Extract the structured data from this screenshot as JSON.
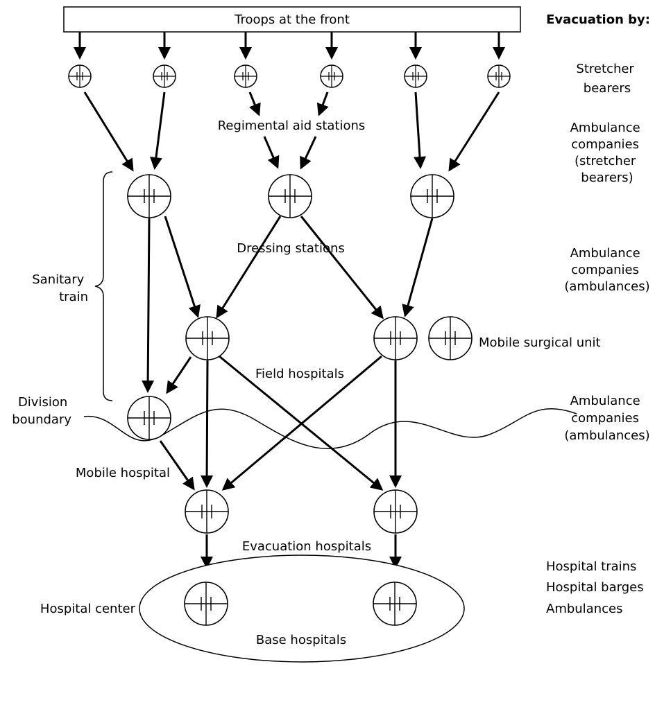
{
  "diagram": {
    "top_box": "Troops at the front",
    "labels": {
      "regimental_aid_stations": "Regimental aid stations",
      "dressing_stations": "Dressing stations",
      "field_hospitals": "Field hospitals",
      "mobile_surgical_unit": "Mobile surgical unit",
      "mobile_hospital": "Mobile hospital",
      "evacuation_hospitals": "Evacuation hospitals",
      "base_hospitals": "Base hospitals",
      "hospital_center": "Hospital center",
      "sanitary_train": [
        "Sanitary",
        "train"
      ],
      "division_boundary": [
        "Division",
        "boundary"
      ]
    },
    "evacuation": {
      "header": "Evacuation by:",
      "stretcher_bearers": [
        "Stretcher",
        "bearers"
      ],
      "ambulance_companies_stretcher": [
        "Ambulance",
        "companies",
        "(stretcher",
        "bearers)"
      ],
      "ambulance_companies_ambulances_1": [
        "Ambulance",
        "companies",
        "(ambulances)"
      ],
      "ambulance_companies_ambulances_2": [
        "Ambulance",
        "companies",
        "(ambulances)"
      ],
      "hospital_trains": "Hospital trains",
      "hospital_barges": "Hospital barges",
      "ambulances": "Ambulances"
    },
    "units": [
      {
        "id": "regimental-aid-station-1",
        "level": "regimental-aid-station"
      },
      {
        "id": "regimental-aid-station-2",
        "level": "regimental-aid-station"
      },
      {
        "id": "regimental-aid-station-3",
        "level": "regimental-aid-station"
      },
      {
        "id": "regimental-aid-station-4",
        "level": "regimental-aid-station"
      },
      {
        "id": "regimental-aid-station-5",
        "level": "regimental-aid-station"
      },
      {
        "id": "regimental-aid-station-6",
        "level": "regimental-aid-station"
      },
      {
        "id": "dressing-station-1",
        "level": "dressing-station"
      },
      {
        "id": "dressing-station-2",
        "level": "dressing-station"
      },
      {
        "id": "dressing-station-3",
        "level": "dressing-station"
      },
      {
        "id": "field-hospital-1",
        "level": "field-hospital"
      },
      {
        "id": "field-hospital-2",
        "level": "field-hospital"
      },
      {
        "id": "mobile-surgical-unit",
        "level": "mobile-surgical-unit"
      },
      {
        "id": "mobile-hospital",
        "level": "mobile-hospital"
      },
      {
        "id": "evacuation-hospital-1",
        "level": "evacuation-hospital"
      },
      {
        "id": "evacuation-hospital-2",
        "level": "evacuation-hospital"
      },
      {
        "id": "base-hospital-1",
        "level": "base-hospital"
      },
      {
        "id": "base-hospital-2",
        "level": "base-hospital"
      }
    ],
    "flows": [
      {
        "from": "troops-at-the-front",
        "to": "regimental-aid-station-1"
      },
      {
        "from": "troops-at-the-front",
        "to": "regimental-aid-station-2"
      },
      {
        "from": "troops-at-the-front",
        "to": "regimental-aid-station-3"
      },
      {
        "from": "troops-at-the-front",
        "to": "regimental-aid-station-4"
      },
      {
        "from": "troops-at-the-front",
        "to": "regimental-aid-station-5"
      },
      {
        "from": "troops-at-the-front",
        "to": "regimental-aid-station-6"
      },
      {
        "from": "regimental-aid-station-1",
        "to": "dressing-station-1"
      },
      {
        "from": "regimental-aid-station-2",
        "to": "dressing-station-1"
      },
      {
        "from": "regimental-aid-station-3",
        "to": "dressing-station-2"
      },
      {
        "from": "regimental-aid-station-4",
        "to": "dressing-station-2"
      },
      {
        "from": "regimental-aid-station-5",
        "to": "dressing-station-3"
      },
      {
        "from": "regimental-aid-station-6",
        "to": "dressing-station-3"
      },
      {
        "from": "dressing-station-1",
        "to": "mobile-hospital"
      },
      {
        "from": "dressing-station-1",
        "to": "field-hospital-1"
      },
      {
        "from": "dressing-station-2",
        "to": "field-hospital-1"
      },
      {
        "from": "dressing-station-2",
        "to": "field-hospital-2"
      },
      {
        "from": "dressing-station-3",
        "to": "field-hospital-2"
      },
      {
        "from": "field-hospital-1",
        "to": "mobile-hospital"
      },
      {
        "from": "field-hospital-1",
        "to": "evacuation-hospital-1"
      },
      {
        "from": "field-hospital-1",
        "to": "evacuation-hospital-2"
      },
      {
        "from": "field-hospital-2",
        "to": "evacuation-hospital-1"
      },
      {
        "from": "field-hospital-2",
        "to": "evacuation-hospital-2"
      },
      {
        "from": "mobile-hospital",
        "to": "evacuation-hospital-1"
      },
      {
        "from": "evacuation-hospital-1",
        "to": "base-hospital-1"
      },
      {
        "from": "evacuation-hospital-2",
        "to": "base-hospital-2"
      }
    ]
  }
}
